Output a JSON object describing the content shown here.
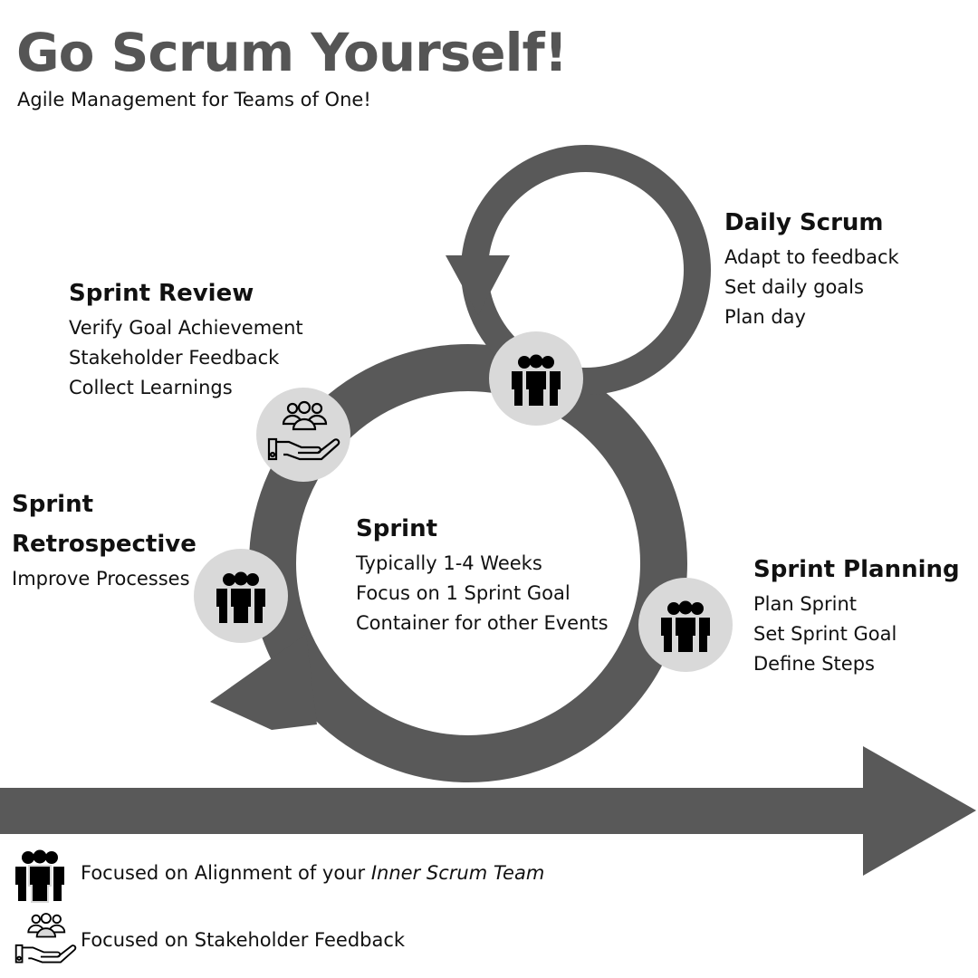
{
  "header": {
    "title": "Go Scrum Yourself!",
    "subtitle": "Agile Management for Teams of One!"
  },
  "events": {
    "daily_scrum": {
      "title": "Daily Scrum",
      "items": [
        "Adapt to feedback",
        "Set daily goals",
        "Plan day"
      ],
      "icon": "team-icon"
    },
    "sprint_review": {
      "title": "Sprint Review",
      "items": [
        "Verify Goal Achievement",
        "Stakeholder Feedback",
        "Collect Learnings"
      ],
      "icon": "stakeholder-hand-icon"
    },
    "sprint_retrospective": {
      "title_line1": "Sprint",
      "title_line2": "Retrospective",
      "items": [
        "Improve Processes"
      ],
      "icon": "team-icon"
    },
    "sprint": {
      "title": "Sprint",
      "items": [
        "Typically 1-4 Weeks",
        "Focus on 1 Sprint Goal",
        "Container for other Events"
      ]
    },
    "sprint_planning": {
      "title": "Sprint Planning",
      "items": [
        "Plan Sprint",
        "Set Sprint Goal",
        "Define Steps"
      ],
      "icon": "team-icon"
    }
  },
  "legend": {
    "team": {
      "text": "Focused on Alignment of your ",
      "emphasis": "Inner Scrum Team",
      "icon": "team-icon"
    },
    "stakeholder": {
      "text": "Focused on Stakeholder Feedback",
      "icon": "stakeholder-hand-icon"
    }
  },
  "colors": {
    "arrow": "#595959",
    "icon_circle": "#d9d9d9",
    "title": "#555555"
  }
}
